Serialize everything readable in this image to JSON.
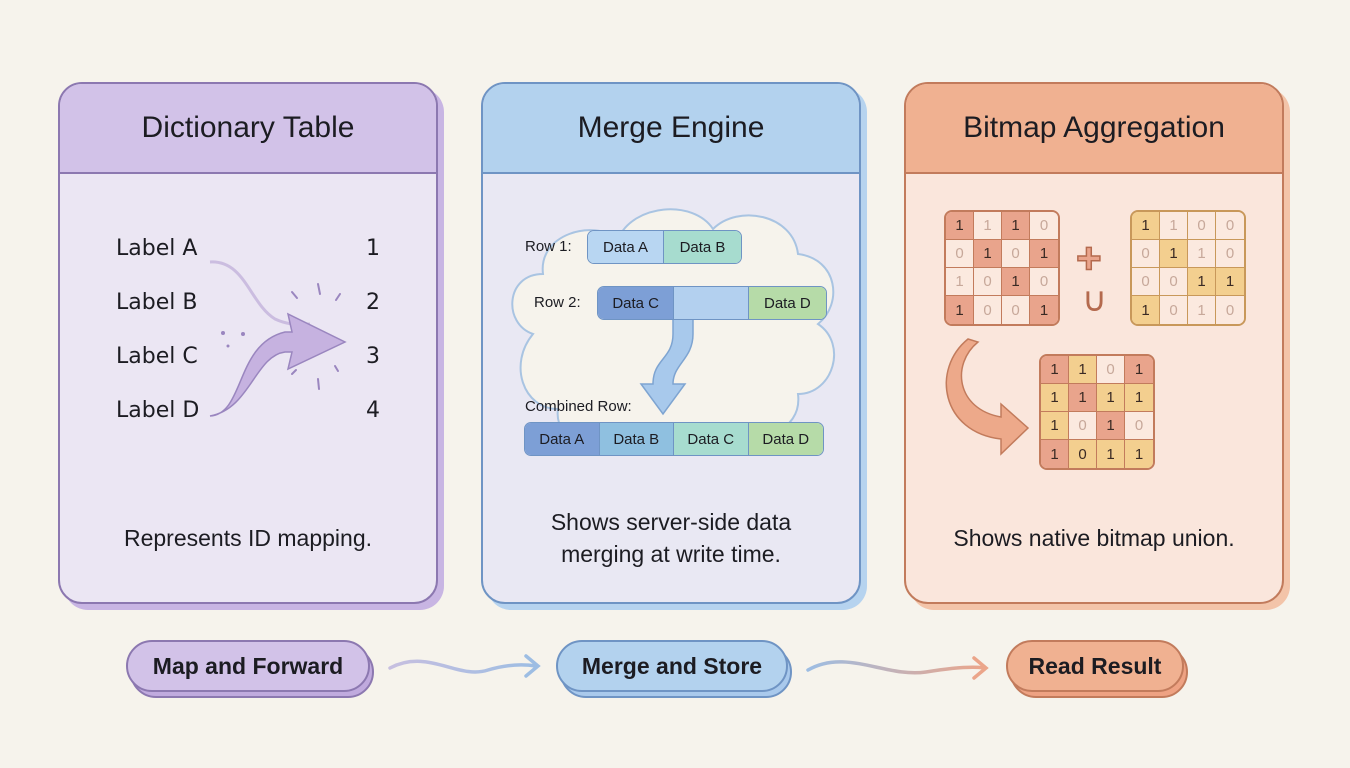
{
  "panels": [
    {
      "title": "Dictionary Table",
      "caption": "Represents ID mapping.",
      "mappings": [
        {
          "label": "Label A",
          "id": "1"
        },
        {
          "label": "Label B",
          "id": "2"
        },
        {
          "label": "Label C",
          "id": "3"
        },
        {
          "label": "Label D",
          "id": "4"
        }
      ]
    },
    {
      "title": "Merge Engine",
      "caption_line1": "Shows server-side data",
      "caption_line2": "merging at write time.",
      "row1": {
        "label": "Row 1:",
        "cells": [
          "Data A",
          "Data B"
        ]
      },
      "row2": {
        "label": "Row 2:",
        "cells": [
          "Data C",
          "",
          "Data D"
        ]
      },
      "combined": {
        "label": "Combined Row:",
        "cells": [
          "Data A",
          "Data B",
          "Data C",
          "Data D"
        ]
      }
    },
    {
      "title": "Bitmap Aggregation",
      "caption": "Shows native bitmap union.",
      "operator_plus": "+",
      "operator_union": "∪",
      "bitmap_a": [
        [
          1,
          1,
          1,
          0
        ],
        [
          0,
          1,
          0,
          1
        ],
        [
          1,
          0,
          1,
          0
        ],
        [
          1,
          0,
          0,
          1
        ]
      ],
      "bitmap_a_highlight": [
        [
          1,
          0,
          1,
          0
        ],
        [
          0,
          1,
          0,
          1
        ],
        [
          0,
          0,
          1,
          0
        ],
        [
          1,
          0,
          0,
          1
        ]
      ],
      "bitmap_b": [
        [
          1,
          1,
          0,
          0
        ],
        [
          0,
          1,
          1,
          0
        ],
        [
          0,
          0,
          1,
          1
        ],
        [
          1,
          0,
          1,
          0
        ]
      ],
      "bitmap_b_highlight": [
        [
          1,
          0,
          0,
          0
        ],
        [
          0,
          1,
          0,
          0
        ],
        [
          0,
          0,
          1,
          1
        ],
        [
          1,
          0,
          0,
          0
        ]
      ],
      "result": [
        [
          1,
          1,
          0,
          1
        ],
        [
          1,
          1,
          1,
          1
        ],
        [
          1,
          0,
          1,
          0
        ],
        [
          1,
          0,
          1,
          1
        ]
      ],
      "result_source": [
        [
          "a",
          "b",
          "n",
          "a"
        ],
        [
          "b",
          "a",
          "b",
          "b"
        ],
        [
          "b",
          "n",
          "a",
          "n"
        ],
        [
          "a",
          "b",
          "b",
          "b"
        ]
      ]
    }
  ],
  "flow": [
    {
      "label": "Map and Forward"
    },
    {
      "label": "Merge and Store"
    },
    {
      "label": "Read Result"
    }
  ],
  "colors": {
    "purple": "#d2c2e8",
    "blue": "#b3d2ee",
    "orange": "#f0b191",
    "bitmap_a_on": "#e9a48c",
    "bitmap_b_on": "#f3cf8f",
    "cell_off": "#fbe9df"
  }
}
